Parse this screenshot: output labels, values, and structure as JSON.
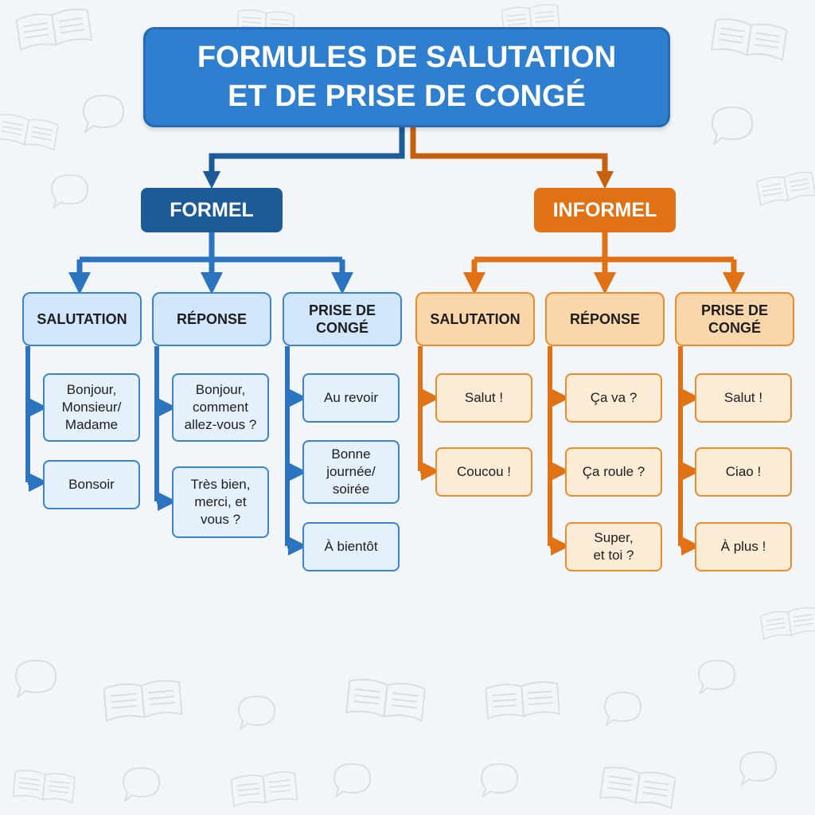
{
  "title": "FORMULES DE SALUTATION\nET DE PRISE DE CONGÉ",
  "colors": {
    "formel_dark": "#1c5a98",
    "formel_main": "#3b84d1",
    "formel_light": "#d2e6fb",
    "informel_dark": "#e07215",
    "informel_main": "#ea8c2c",
    "informel_light": "#fad7aa",
    "title_bg": "#2f7fd0"
  },
  "formel": {
    "label": "FORMEL",
    "salutation": {
      "label": "SALUTATION",
      "items": [
        "Bonjour,\nMonsieur/\nMadame",
        "Bonsoir"
      ]
    },
    "reponse": {
      "label": "RÉPONSE",
      "items": [
        "Bonjour,\ncomment\nallez-vous ?",
        "Très bien,\nmerci, et\nvous ?"
      ]
    },
    "conge": {
      "label": "PRISE DE\nCONGÉ",
      "items": [
        "Au revoir",
        "Bonne\njournée/\nsoirée",
        "À bientôt"
      ]
    }
  },
  "informel": {
    "label": "INFORMEL",
    "salutation": {
      "label": "SALUTATION",
      "items": [
        "Salut !",
        "Coucou !"
      ]
    },
    "reponse": {
      "label": "RÉPONSE",
      "items": [
        "Ça va ?",
        "Ça roule ?",
        "Super,\net toi ?"
      ]
    },
    "conge": {
      "label": "PRISE DE\nCONGÉ",
      "items": [
        "Salut !",
        "Ciao !",
        "À plus !"
      ]
    }
  },
  "background_icons": [
    "open-book-icon",
    "speech-bubble-icon"
  ]
}
